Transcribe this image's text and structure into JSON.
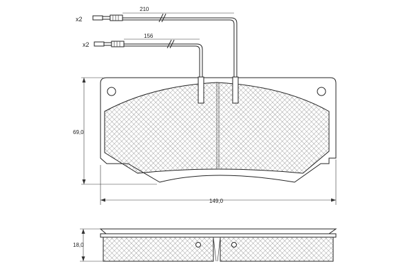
{
  "sensors": [
    {
      "quantity": "x2",
      "length": "210"
    },
    {
      "quantity": "x2",
      "length": "156"
    }
  ],
  "dimensions": {
    "height": "69,0",
    "width": "149,0",
    "thickness": "18,0"
  },
  "colors": {
    "line": "#222222",
    "hatch": "#666666",
    "background": "#ffffff"
  }
}
